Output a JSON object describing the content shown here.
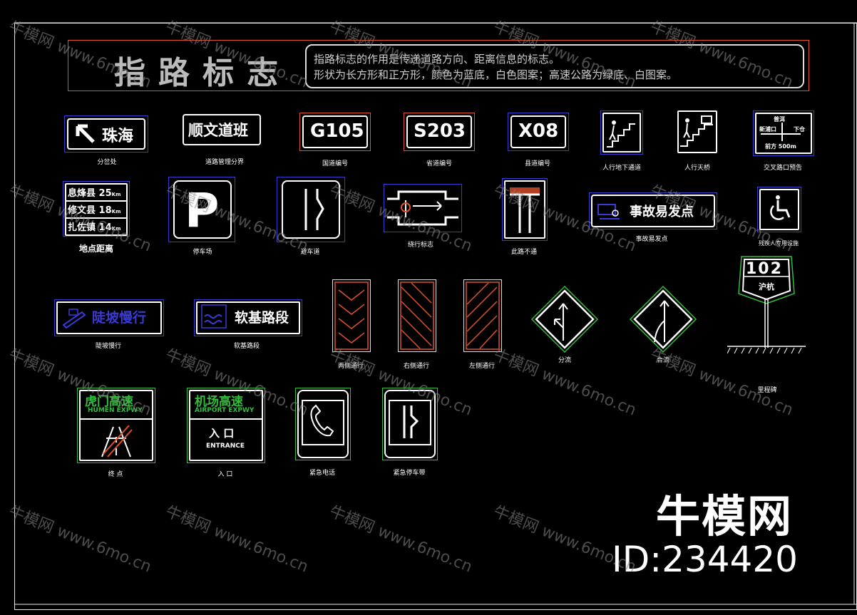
{
  "header": {
    "title": "指路标志",
    "desc_line1": "指路标志的作用是传递道路方向、距离信息的标志。",
    "desc_line2": "形状为长方形和正方形，颜色为蓝底，白色图案；高速公路为绿底、白图案。"
  },
  "signs": {
    "zhuhai": {
      "text": "珠海",
      "caption": "分岔处"
    },
    "shunwen": {
      "text": "顺文道班",
      "caption": "道路管理分界"
    },
    "g105": {
      "text": "G105",
      "caption": "国道编号"
    },
    "s203": {
      "text": "S203",
      "caption": "省道编号"
    },
    "x08": {
      "text": "X08",
      "caption": "县道编号"
    },
    "underpass": {
      "caption": "人行地下通道"
    },
    "overpass": {
      "caption": "人行天桥"
    },
    "junction": {
      "top": "普洱",
      "left": "新浦口",
      "right": "下仓",
      "bottom": "前方 500m",
      "caption": "交叉路口预告"
    },
    "distance": {
      "rows": [
        {
          "name": "息烽县",
          "km": "25",
          "unit": "Km"
        },
        {
          "name": "修文县",
          "km": "18",
          "unit": "Km"
        },
        {
          "name": "扎佐镇",
          "km": "14",
          "unit": "Km"
        }
      ],
      "caption": "地点距离"
    },
    "parking": {
      "glyph": "P",
      "caption": "停车场"
    },
    "lane": {
      "caption": "避车道"
    },
    "detour": {
      "caption": "绕行标志"
    },
    "dead_end": {
      "caption": "此路不通"
    },
    "accident": {
      "text": "事故易发点",
      "caption": "事故易发点"
    },
    "disabled": {
      "caption": "残疾人专用设施"
    },
    "slope": {
      "text": "陡坡慢行",
      "caption": "陡坡慢行"
    },
    "soft_base": {
      "text": "软基路段",
      "caption": "软基路段"
    },
    "two_side": {
      "caption": "两侧通行"
    },
    "right_side": {
      "caption": "右侧通行"
    },
    "left_side": {
      "caption": "左侧通行"
    },
    "diverge": {
      "caption": "分流"
    },
    "merge": {
      "caption": "合流"
    },
    "milestone": {
      "number": "102",
      "name": "沪杭",
      "caption": "里程碑"
    },
    "humen": {
      "text": "虎门高速",
      "sub": "HUMEN EXPWY",
      "caption": "终 点"
    },
    "airport": {
      "text": "机场高速",
      "sub": "AIRPORT EXPWY",
      "entry": "入 口",
      "entry_en": "ENTRANCE",
      "caption": "入 口"
    },
    "phone": {
      "caption": "紧急电话"
    },
    "emergency": {
      "caption": "紧急停车带"
    }
  },
  "brand": {
    "name": "牛模网",
    "id": "ID:234420",
    "watermark": "牛模网 www.6mo.cn"
  },
  "colors": {
    "red": "#e0502a",
    "green": "#2fbf3a",
    "blue": "#3a3ad0",
    "white": "#ffffff"
  }
}
